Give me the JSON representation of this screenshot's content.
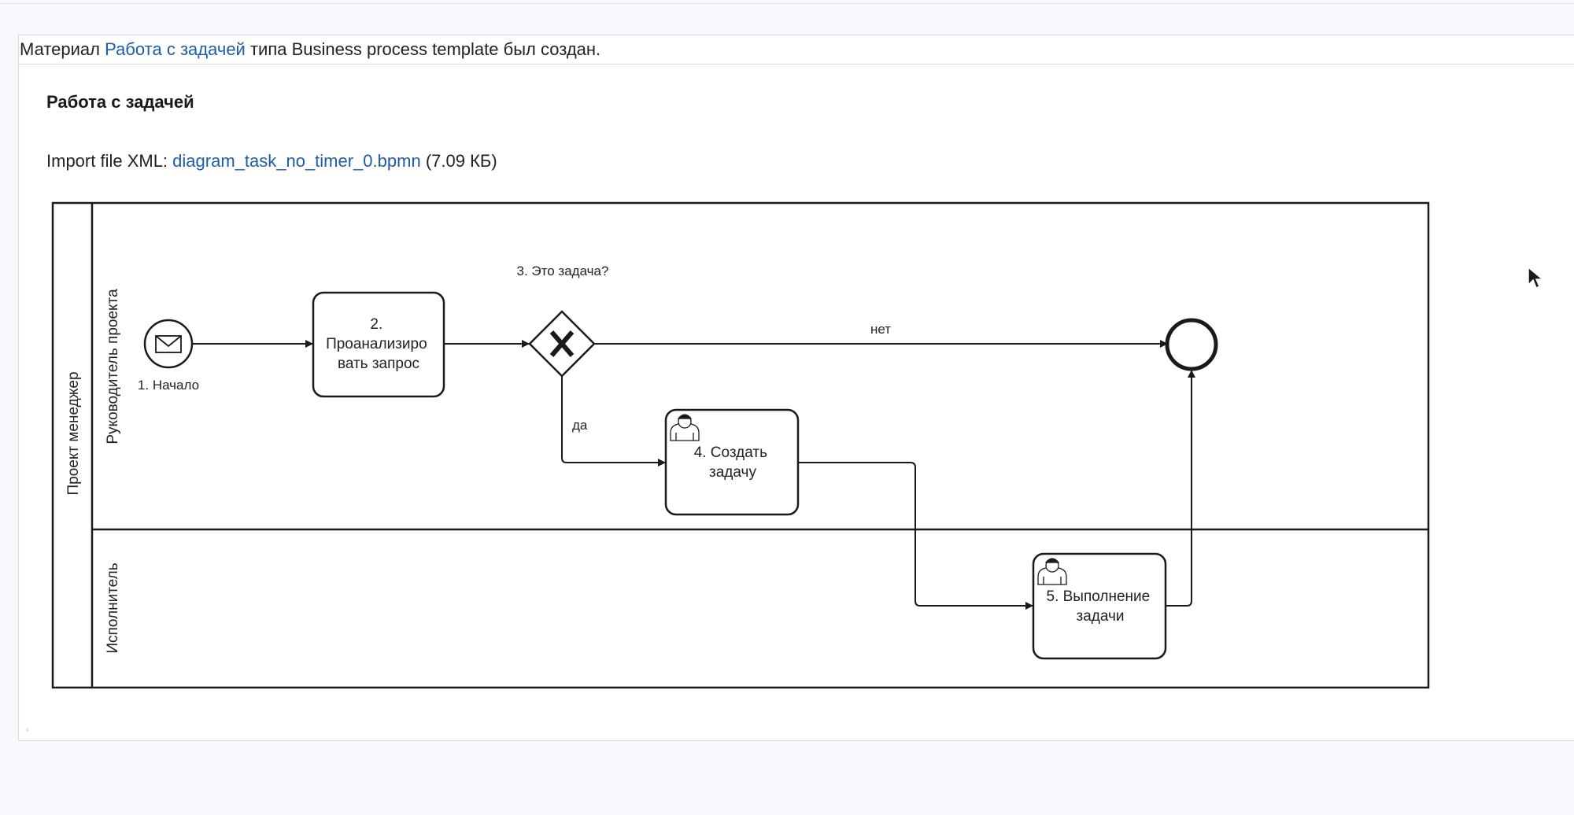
{
  "message": {
    "prefix": "Материал",
    "link": "Работа с задачей",
    "suffix": "типа Business process template был создан."
  },
  "node": {
    "title": "Работа с задачей",
    "import_label": "Import file XML:",
    "file_name": "diagram_task_no_timer_0.bpmn",
    "file_size": "(7.09 КБ)"
  },
  "diagram": {
    "pool_label": "Проект менеджер",
    "lanes": [
      {
        "label": "Руководитель проекта"
      },
      {
        "label": "Исполнитель"
      }
    ],
    "start_event": {
      "label": "1. Начало",
      "icon": "envelope-icon"
    },
    "task_analyze": {
      "line1": "2.",
      "line2": "Проанализиро",
      "line3": "вать запрос"
    },
    "gateway": {
      "label": "3. Это задача?",
      "icon": "x-icon"
    },
    "flow_no": "нет",
    "flow_yes": "да",
    "task_create": {
      "line1": "4. Создать",
      "line2": "задачу",
      "icon": "user-icon"
    },
    "task_execute": {
      "line1": "5. Выполнение",
      "line2": "задачи",
      "icon": "user-icon"
    },
    "end_event": {
      "label": ""
    }
  },
  "colors": {
    "link": "#1d5da8",
    "background": "#f7f9fc",
    "panel": "#ffffff",
    "diagram_stroke": "#1a1a1a"
  }
}
